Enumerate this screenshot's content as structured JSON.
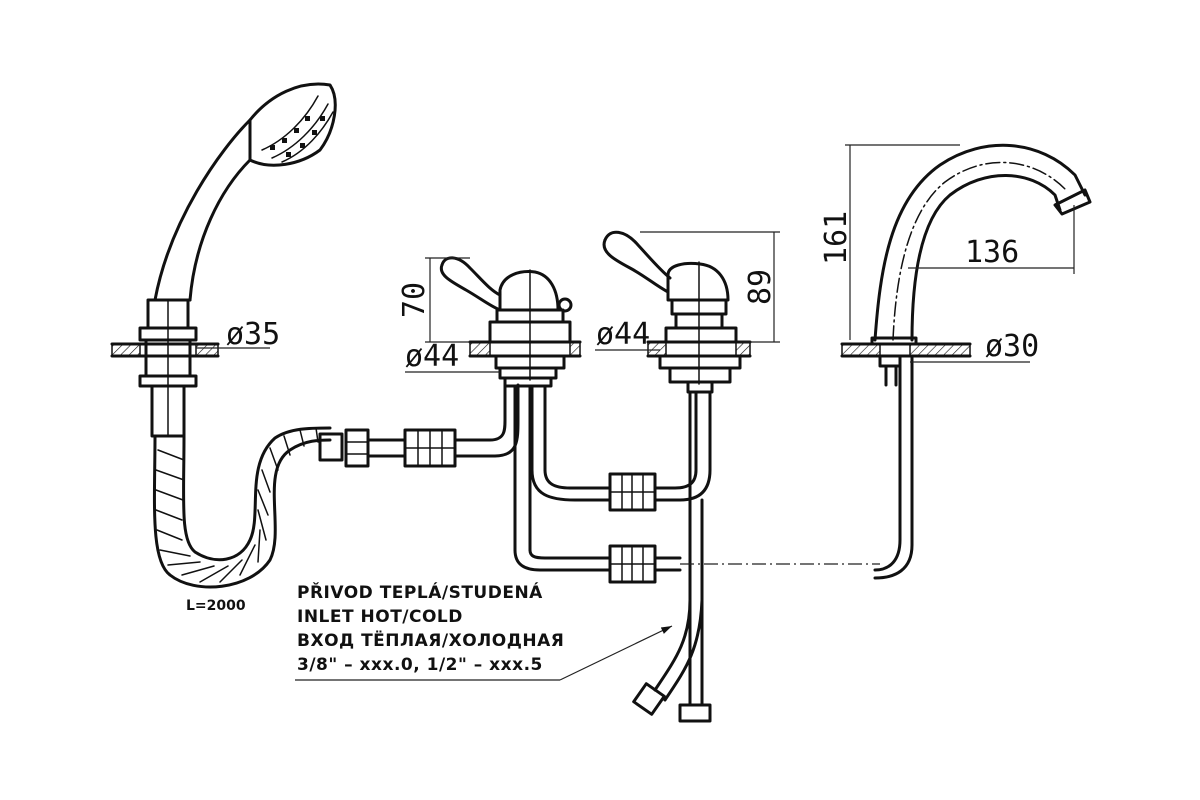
{
  "dimensions": {
    "shower_diameter": "ø35",
    "left_valve_height": "70",
    "left_valve_diameter": "ø44",
    "right_valve_diameter": "ø44",
    "right_valve_height": "89",
    "spout_height": "161",
    "spout_reach": "136",
    "spout_diameter": "ø30"
  },
  "hose_length": "L=2000",
  "inlet_note": {
    "line1": "PŘIVOD TEPLÁ/STUDENÁ",
    "line2": "INLET HOT/COLD",
    "line3": "ВХОД ТЁПЛАЯ/ХОЛОДНАЯ",
    "line4": "3/8\" – xxx.0, 1/2\" – xxx.5"
  }
}
